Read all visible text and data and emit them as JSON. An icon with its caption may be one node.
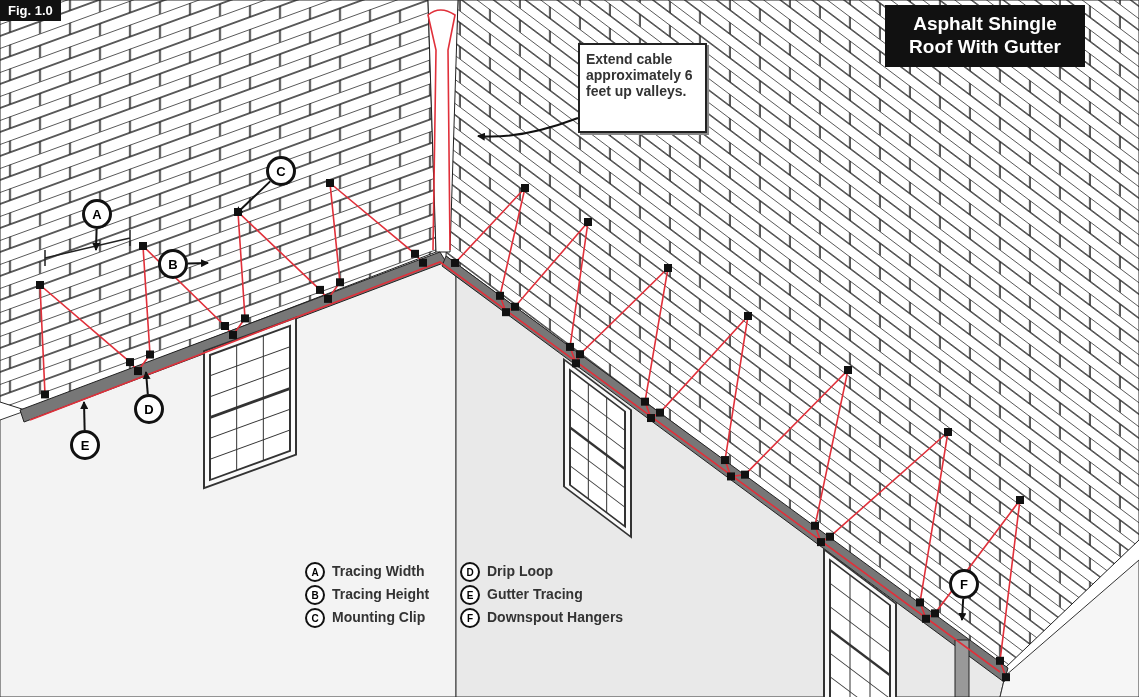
{
  "diagram": {
    "title": "Asphalt Shingle Roof With Gutter",
    "nodes": [
      {
        "text": [
          "Extend cable approximately 6 feet up valleys."
        ]
      },
      {
        "text": [
          "A"
        ]
      },
      {
        "text": [
          "B"
        ]
      },
      {
        "text": [
          "C"
        ]
      },
      {
        "text": [
          "D"
        ]
      },
      {
        "text": [
          "E"
        ]
      },
      {
        "text": [
          "F"
        ]
      }
    ],
    "edges": [
      {
        "from": 0,
        "to": null,
        "arrow": "to"
      },
      {
        "from": 1,
        "to": null,
        "arrow": "to"
      },
      {
        "from": 2,
        "to": null,
        "arrow": "to"
      },
      {
        "from": 3,
        "to": null,
        "arrow": "to"
      },
      {
        "from": 4,
        "to": null,
        "arrow": "to"
      },
      {
        "from": 5,
        "to": null,
        "arrow": "to"
      },
      {
        "from": 6,
        "to": null,
        "arrow": "to"
      }
    ],
    "labels": [
      "Fig. 1.0",
      "A",
      "Tracing Width",
      "D",
      "Drip Loop",
      "B",
      "Tracing Height",
      "E",
      "Gutter Tracing",
      "C",
      "Mounting Clip",
      "F",
      "Downspout Hangers"
    ]
  }
}
